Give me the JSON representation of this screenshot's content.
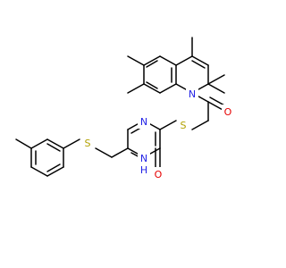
{
  "molecule": {
    "atoms": [
      {
        "id": "S1",
        "symbol": "S",
        "color": "#b2a100"
      },
      {
        "id": "S2",
        "symbol": "S",
        "color": "#b2a100"
      },
      {
        "id": "N1",
        "symbol": "N",
        "color": "#2323e6"
      },
      {
        "id": "N2",
        "symbol": "N",
        "color": "#2323e6"
      },
      {
        "id": "N3",
        "symbol": "N",
        "color": "#2323e6"
      },
      {
        "id": "H3",
        "symbol": "H",
        "color": "#2323e6"
      },
      {
        "id": "O1",
        "symbol": "O",
        "color": "#e60000"
      },
      {
        "id": "O2",
        "symbol": "O",
        "color": "#e60000"
      }
    ],
    "bond_color": "#000000",
    "background": "#ffffff"
  }
}
